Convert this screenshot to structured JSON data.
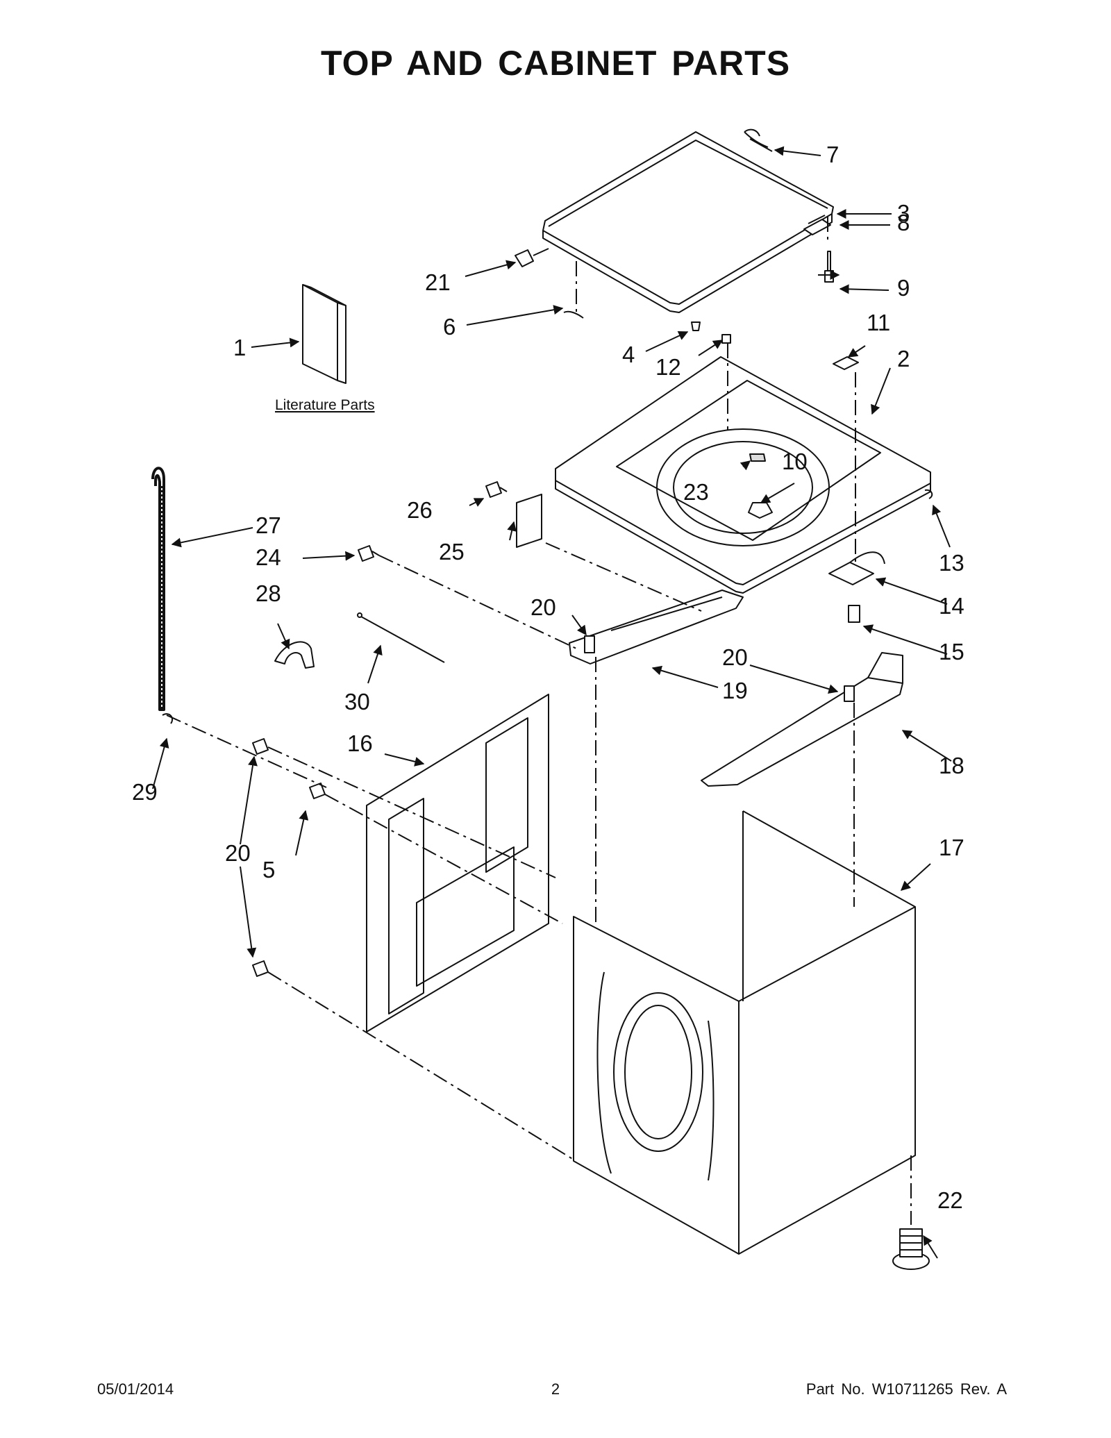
{
  "page": {
    "title": "TOP AND CABINET PARTS",
    "literature_label": "Literature Parts"
  },
  "callouts": {
    "c1": "1",
    "c2": "2",
    "c3": "3",
    "c4": "4",
    "c5": "5",
    "c6": "6",
    "c7": "7",
    "c8": "8",
    "c9": "9",
    "c10": "10",
    "c11": "11",
    "c12": "12",
    "c13": "13",
    "c14": "14",
    "c15": "15",
    "c16": "16",
    "c17": "17",
    "c18": "18",
    "c19": "19",
    "c20a": "20",
    "c20b": "20",
    "c20c": "20",
    "c21": "21",
    "c22": "22",
    "c23": "23",
    "c24": "24",
    "c25": "25",
    "c26": "26",
    "c27": "27",
    "c28": "28",
    "c29": "29",
    "c30": "30"
  },
  "footer": {
    "date": "05/01/2014",
    "page_number": "2",
    "part_number": "Part No.  W10711265  Rev.  A"
  }
}
